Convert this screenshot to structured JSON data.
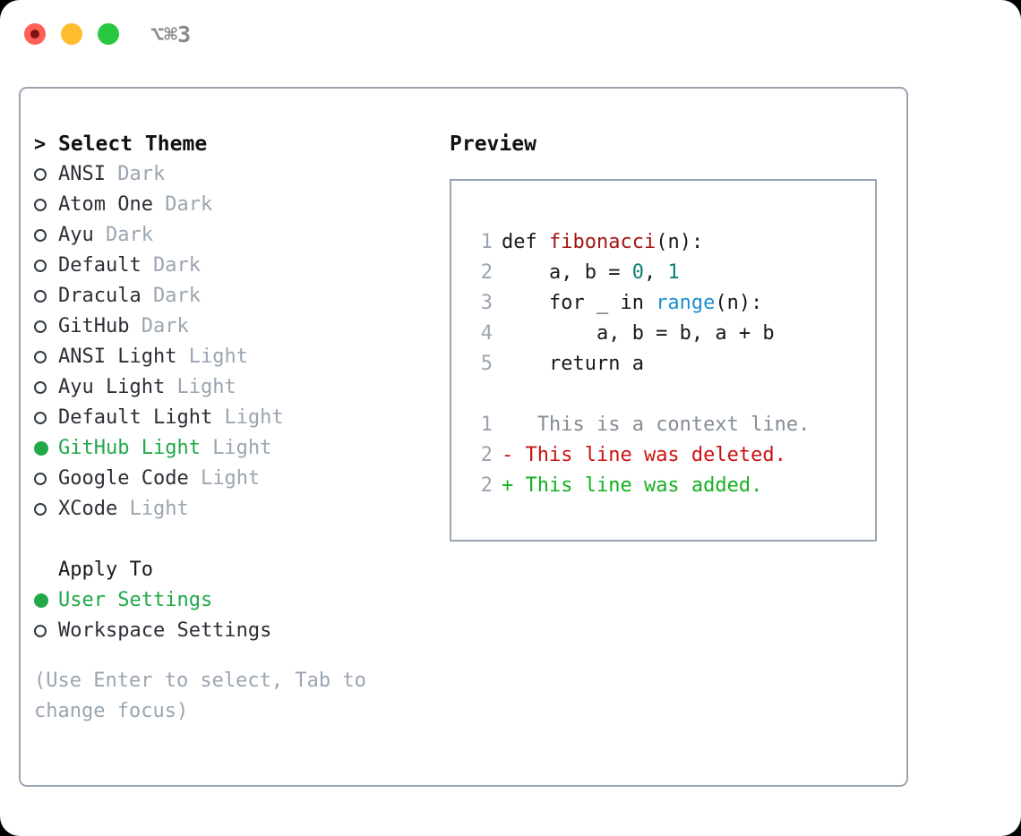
{
  "window": {
    "title": "⌥⌘3",
    "traffic_lights": [
      {
        "name": "close-button",
        "color": "#ff5f57"
      },
      {
        "name": "minimize-button",
        "color": "#febc2e"
      },
      {
        "name": "maximize-button",
        "color": "#2ac840"
      }
    ]
  },
  "theme_picker": {
    "heading_marker": ">",
    "heading": "Select Theme",
    "items": [
      {
        "name": "ANSI",
        "kind": "Dark",
        "selected": false
      },
      {
        "name": "Atom One",
        "kind": "Dark",
        "selected": false
      },
      {
        "name": "Ayu",
        "kind": "Dark",
        "selected": false
      },
      {
        "name": "Default",
        "kind": "Dark",
        "selected": false
      },
      {
        "name": "Dracula",
        "kind": "Dark",
        "selected": false
      },
      {
        "name": "GitHub",
        "kind": "Dark",
        "selected": false
      },
      {
        "name": "ANSI Light",
        "kind": "Light",
        "selected": false
      },
      {
        "name": "Ayu Light",
        "kind": "Light",
        "selected": false
      },
      {
        "name": "Default Light",
        "kind": "Light",
        "selected": false
      },
      {
        "name": "GitHub Light",
        "kind": "Light",
        "selected": true
      },
      {
        "name": "Google Code",
        "kind": "Light",
        "selected": false
      },
      {
        "name": "XCode",
        "kind": "Light",
        "selected": false
      }
    ]
  },
  "apply_to": {
    "title": "Apply To",
    "options": [
      {
        "label": "User Settings",
        "selected": true
      },
      {
        "label": "Workspace Settings",
        "selected": false
      }
    ]
  },
  "hint": "(Use Enter to select, Tab to change focus)",
  "preview": {
    "title": "Preview",
    "code_lines": [
      {
        "number": "1",
        "tokens": [
          {
            "text": "def ",
            "type": "plain"
          },
          {
            "text": "fibonacci",
            "type": "fn"
          },
          {
            "text": "(n):",
            "type": "plain"
          }
        ]
      },
      {
        "number": "2",
        "tokens": [
          {
            "text": "    a, b = ",
            "type": "plain"
          },
          {
            "text": "0",
            "type": "num"
          },
          {
            "text": ", ",
            "type": "plain"
          },
          {
            "text": "1",
            "type": "num"
          }
        ]
      },
      {
        "number": "3",
        "tokens": [
          {
            "text": "    for _ in ",
            "type": "plain"
          },
          {
            "text": "range",
            "type": "call"
          },
          {
            "text": "(n):",
            "type": "plain"
          }
        ]
      },
      {
        "number": "4",
        "tokens": [
          {
            "text": "        a, b = b, a + b",
            "type": "plain"
          }
        ]
      },
      {
        "number": "5",
        "tokens": [
          {
            "text": "    return a",
            "type": "plain"
          }
        ]
      }
    ],
    "diff_lines": [
      {
        "number": "1",
        "sign": " ",
        "text": "  This is a context line.",
        "type": "context"
      },
      {
        "number": "2",
        "sign": "-",
        "text": " This line was deleted.",
        "type": "deleted"
      },
      {
        "number": "2",
        "sign": "+",
        "text": " This line was added.",
        "type": "added"
      }
    ]
  },
  "colors": {
    "accent_green": "#21a84a",
    "muted": "#9aa5b1",
    "border": "#9aa5b1",
    "fn": "#a31515",
    "num": "#0d8070",
    "call": "#1e8fd0",
    "diff_del": "#cc1212",
    "diff_add": "#16b021"
  }
}
